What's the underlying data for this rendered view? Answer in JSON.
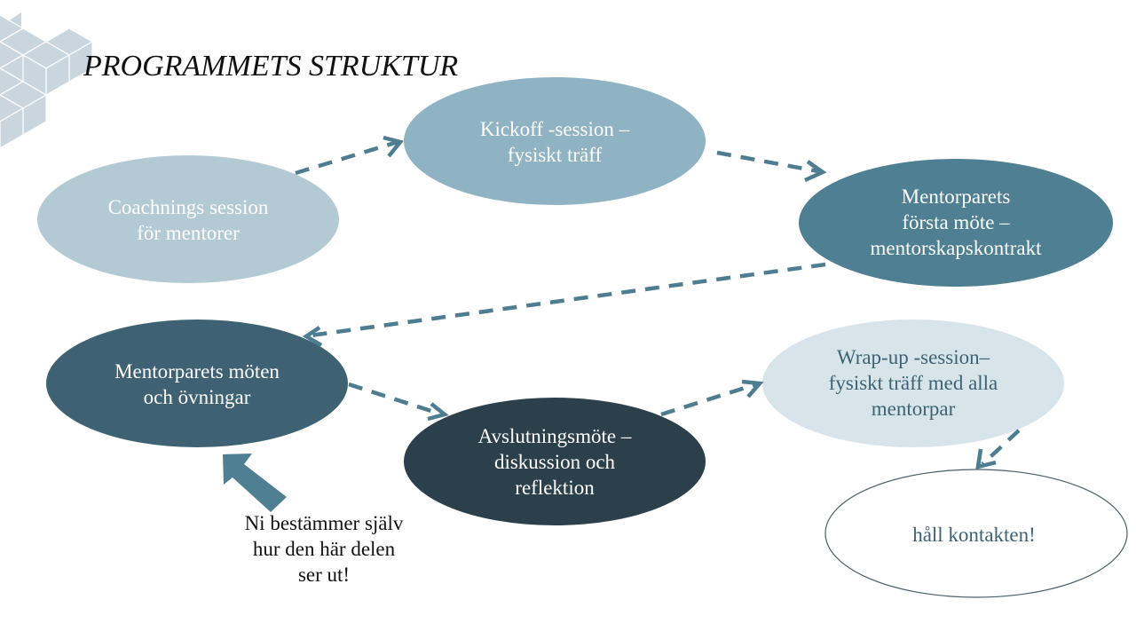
{
  "slide": {
    "title": "PROGRAMMETS STRUKTUR"
  },
  "colors": {
    "cube": "#c9d6de",
    "cube_line": "#ffffff",
    "connector": "#4e7d91",
    "coaching": "#b3cad5",
    "kickoff": "#8fb3c2",
    "forsta": "#4e7f93",
    "moten": "#3e6273",
    "avslutning": "#2b404b",
    "wrapup": "#d7e4ea",
    "kontakt_border": "#4a5d66",
    "text_light": "#ffffff",
    "text_dark": "#3e6273",
    "arrow": "#4e7f93"
  },
  "nodes": {
    "coaching": {
      "lines": [
        "Coachnings session",
        "för mentorer"
      ]
    },
    "kickoff": {
      "lines": [
        "Kickoff -session –",
        "fysiskt träff"
      ]
    },
    "forsta": {
      "lines": [
        "Mentorparets",
        "första möte –",
        "mentorskapskontrakt"
      ]
    },
    "moten": {
      "lines": [
        "Mentorparets möten",
        "och övningar"
      ]
    },
    "avslutning": {
      "lines": [
        "Avslutningsmöte –",
        "diskussion och",
        "reflektion"
      ]
    },
    "wrapup": {
      "lines": [
        "Wrap-up -session–",
        "fysiskt träff med alla",
        "mentorpar"
      ]
    },
    "kontakt": {
      "lines": [
        "håll kontakten!"
      ]
    }
  },
  "note": {
    "lines": [
      "Ni bestämmer själv",
      "hur den här delen",
      "ser ut!"
    ],
    "icon": "up-left-arrow-icon"
  }
}
